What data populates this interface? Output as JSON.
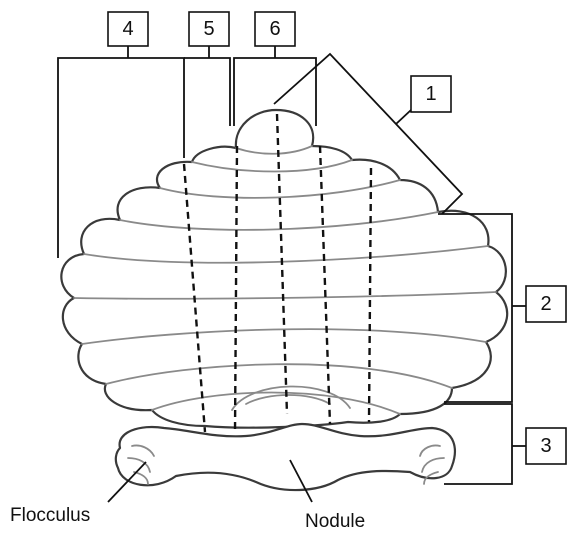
{
  "callouts": {
    "one": "1",
    "two": "2",
    "three": "3",
    "four": "4",
    "five": "5",
    "six": "6"
  },
  "labels": {
    "flocculus": "Flocculus",
    "nodule": "Nodule"
  }
}
